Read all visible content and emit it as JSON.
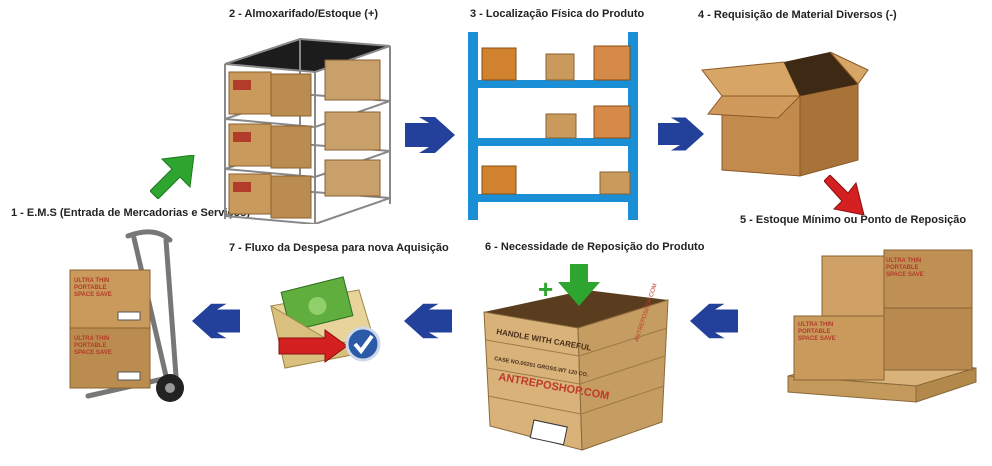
{
  "steps": [
    {
      "label": "1 - E.M.S (Entrada de Mercadorias e Serviços)"
    },
    {
      "label": "2 - Almoxarifado/Estoque (+)"
    },
    {
      "label": "3 - Localização Física do Produto"
    },
    {
      "label": "4 - Requisição de Material Diversos (-)"
    },
    {
      "label": "5 - Estoque Mínimo ou Ponto de Reposição"
    },
    {
      "label": "6 - Necessidade de Reposição do Produto"
    },
    {
      "label": "7 - Fluxo da Despesa para nova Aquisição"
    }
  ],
  "box_print": {
    "line1": "ULTRA THIN",
    "line2": "PORTABLE",
    "line3": "SPACE SAVE"
  },
  "crate": {
    "handle": "HANDLE WITH CAREFUL",
    "codes": "CASE NO.00201   GROSS.WT 120 CO.",
    "brand": "ANTREPOSHOP.COM",
    "side": "ANTREPOSHOP.COM",
    "plus": "+"
  },
  "colors": {
    "flow_arrow": "#23409a",
    "up_arrow": "#2ea52e",
    "down_arrow": "#d42020",
    "shelf": "#1a8fd6",
    "cardboard": "#c99a5c",
    "crate_wood": "#d9b27a"
  }
}
